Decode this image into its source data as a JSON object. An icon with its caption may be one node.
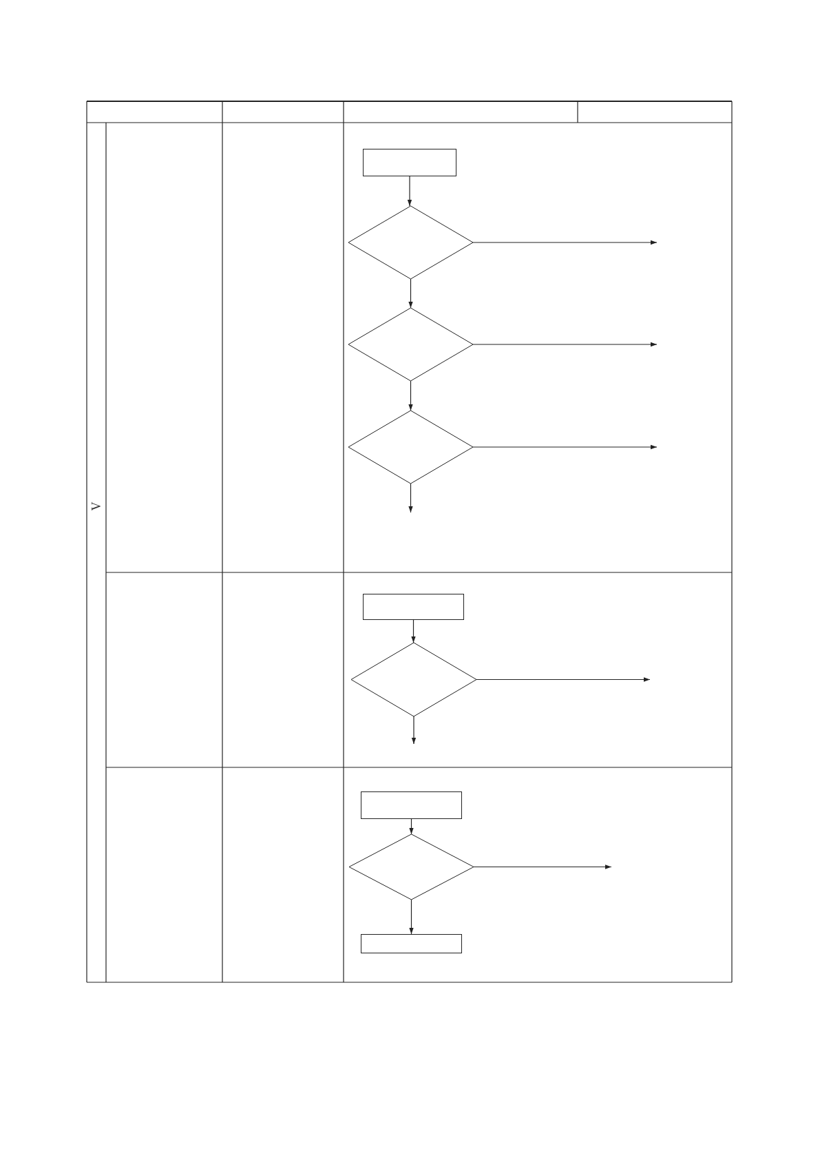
{
  "diagram": {
    "nodes": [
      {
        "text": [],
        "shape": "box"
      },
      {
        "text": [],
        "shape": "diamond"
      },
      {
        "text": [],
        "shape": "diamond"
      },
      {
        "text": [],
        "shape": "diamond"
      },
      {
        "text": [],
        "shape": "box"
      },
      {
        "text": [],
        "shape": "diamond"
      },
      {
        "text": [],
        "shape": "box"
      },
      {
        "text": [],
        "shape": "diamond"
      },
      {
        "text": [],
        "shape": "box"
      }
    ],
    "edges": [
      {
        "from": 0,
        "to": 1,
        "arrow": "to"
      },
      {
        "from": 1,
        "to": null,
        "arrow": "to"
      },
      {
        "from": 1,
        "to": 2,
        "arrow": "to"
      },
      {
        "from": 2,
        "to": null,
        "arrow": "to"
      },
      {
        "from": 2,
        "to": 3,
        "arrow": "to"
      },
      {
        "from": 3,
        "to": null,
        "arrow": "to"
      },
      {
        "from": 3,
        "to": null,
        "arrow": "to"
      },
      {
        "from": 4,
        "to": 5,
        "arrow": "to"
      },
      {
        "from": 5,
        "to": null,
        "arrow": "to"
      },
      {
        "from": 5,
        "to": null,
        "arrow": "to"
      },
      {
        "from": 6,
        "to": 7,
        "arrow": "to"
      },
      {
        "from": 7,
        "to": null,
        "arrow": "to"
      },
      {
        "from": 7,
        "to": 8,
        "arrow": "to"
      }
    ],
    "labels": [
      "V"
    ]
  }
}
